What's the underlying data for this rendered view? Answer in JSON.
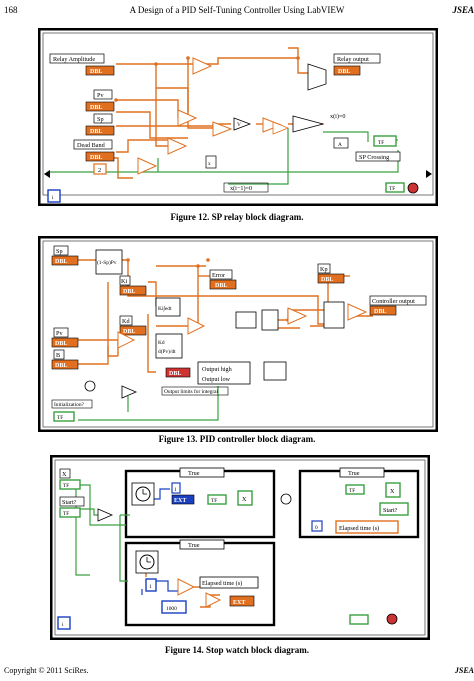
{
  "header": {
    "page_number": "168",
    "running_title": "A Design of a PID Self-Tuning Controller Using LabVIEW",
    "journal_abbrev": "JSEA"
  },
  "figure12": {
    "caption": "Figure 12. SP relay block diagram.",
    "labels": {
      "relay_amplitude": "Relay Amplitude",
      "dbl_a": "DBL",
      "pv": "Pv",
      "dbl_pv": "DBL",
      "sp": "Sp",
      "dbl_sp": "DBL",
      "dead_band": "Dead Band",
      "dbl_db": "DBL",
      "const_2": "2",
      "relay_output": "Relay output",
      "dbl_out": "DBL",
      "x_eq_0": "x(i)=0",
      "sp_crossing": "SP Crossing",
      "tf_out": "TF",
      "x_prev_eq_0": "x(i−1)=0",
      "tf_loop": "TF",
      "shift": "x",
      "v_label": "V",
      "a_label": "A",
      "info": "i"
    }
  },
  "figure13": {
    "caption": "Figure 13. PID controller block diagram.",
    "labels": {
      "sp": "Sp",
      "dbl_sp": "DBL",
      "formula": "(1-Sp)Pv",
      "ki": "Ki",
      "dbl_ki": "DBL",
      "error": "Error",
      "dbl_err": "DBL",
      "kp": "Kp",
      "dbl_kp": "DBL",
      "controller_output": "Controller output",
      "dbl_co": "DBL",
      "pv": "Pv",
      "dbl_pv": "DBL",
      "b": "B",
      "dbl_b": "DBL",
      "ki_edt": "Ki∫edt",
      "kd": "Kd",
      "dbl_kd": "DBL",
      "kd_deriv": "Kd",
      "deriv": "d(Pv)/dt",
      "output_high": "Output high",
      "output_low": "Output low",
      "limits": "Output limits for integral",
      "dbl_lim": "DBL",
      "initialization": "Initialization?",
      "tf_init": "TF"
    }
  },
  "figure14": {
    "caption": "Figure 14. Stop watch block diagram.",
    "labels": {
      "x": "X",
      "tf_x": "TF",
      "start": "Start?",
      "tf_start": "TF",
      "true_1": "True",
      "true_2": "True",
      "true_3": "True",
      "num_1": "1",
      "ext_1": "EXT",
      "tf_mid": "TF",
      "x_mid": "X",
      "tf_right": "TF",
      "x_right": "X",
      "start_right": "Start?",
      "zero": "0",
      "elapsed_right": "Elapsed time (s)",
      "elapsed_bottom": "Elapsed time (s)",
      "one": "1",
      "thousand": "1000",
      "ext_2": "EXT"
    }
  },
  "footer": {
    "copyright": "Copyright © 2011 SciRes.",
    "journal": "JSEA"
  }
}
